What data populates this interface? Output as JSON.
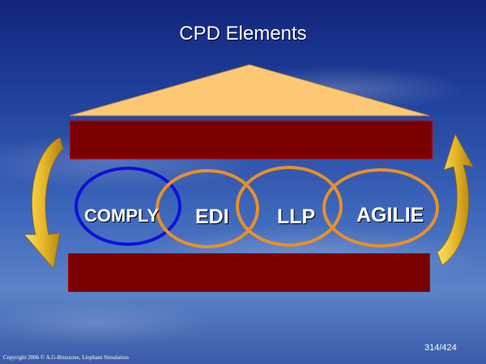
{
  "slide": {
    "title": "CPD Elements",
    "elements": [
      "COMPLY",
      "EDI",
      "LLP",
      "AGILIE"
    ],
    "page_number": "314/424",
    "copyright": "Copyright 2006 © A.G-Bruzzone, Liophant Simulation"
  },
  "colors": {
    "roof": "#fcc874",
    "bar": "#7a0000",
    "comply_ring": "#1010d8",
    "ring": "#e8902a",
    "arrow": "#e0b020"
  },
  "icons": [
    "curved-arrow-left-icon",
    "curved-arrow-right-icon"
  ]
}
